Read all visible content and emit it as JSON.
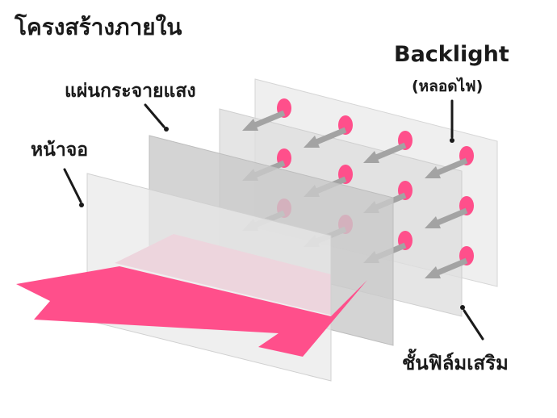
{
  "title": "โครงสร้างภายใน",
  "labels": {
    "backlight": "Backlight",
    "backlight_sub": "(หลอดไฟ)",
    "diffuser": "แผ่นกระจายแสง",
    "screen": "หน้าจอ",
    "film": "ชั้นฟิล์มเสริม"
  },
  "colors": {
    "accent_pink": "#ff4f8b",
    "light_pink": "#f7a3bf",
    "panel_light": "#ececec",
    "panel_mid": "#d9d9d9",
    "panel_dark": "#c7c7c7",
    "arrow_gray": "#a3a3a3",
    "text": "#1a1a1a"
  }
}
